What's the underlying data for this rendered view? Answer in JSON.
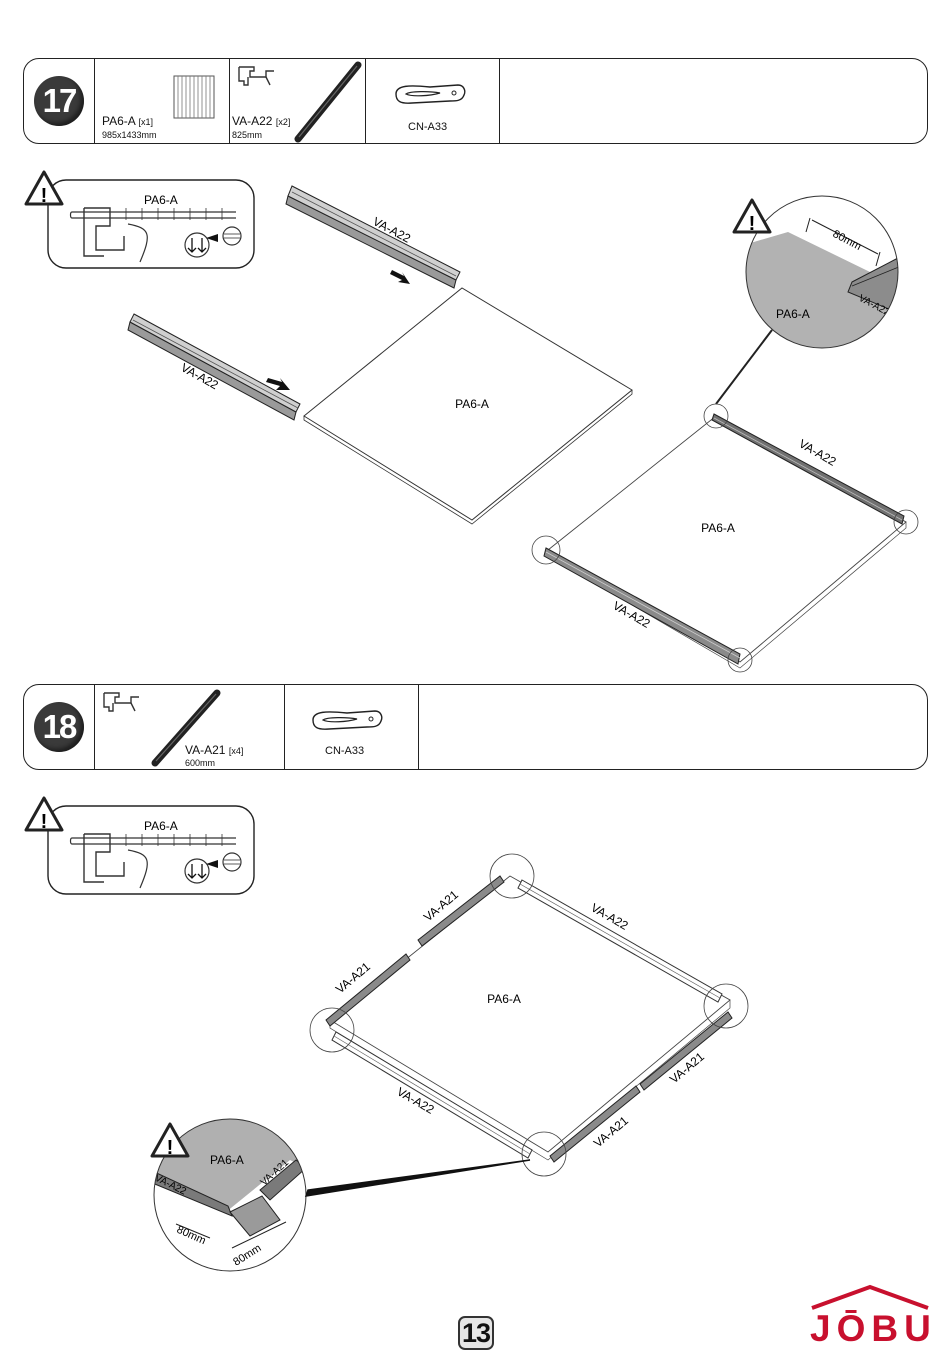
{
  "steps": [
    {
      "number": "17",
      "parts": [
        {
          "code": "PA6-A",
          "qty": "[x1]",
          "size": "985x1433mm"
        },
        {
          "code": "VA-A22",
          "qty": "[x2]",
          "size": "825mm"
        },
        {
          "code": "CN-A33"
        }
      ]
    },
    {
      "number": "18",
      "parts": [
        {
          "code": "VA-A21",
          "qty": "[x4]",
          "size": "600mm"
        },
        {
          "code": "CN-A33"
        }
      ]
    }
  ],
  "diagram_labels": {
    "panel": "PA6-A",
    "rail_long": "VA-A22",
    "rail_short": "VA-A21",
    "dim_80": "80mm"
  },
  "warning_symbol": "!",
  "page_number": "13",
  "brand": "JŌBU",
  "colors": {
    "brand_red": "#c8102e",
    "line": "#222222",
    "shade": "#a8a8a8"
  }
}
